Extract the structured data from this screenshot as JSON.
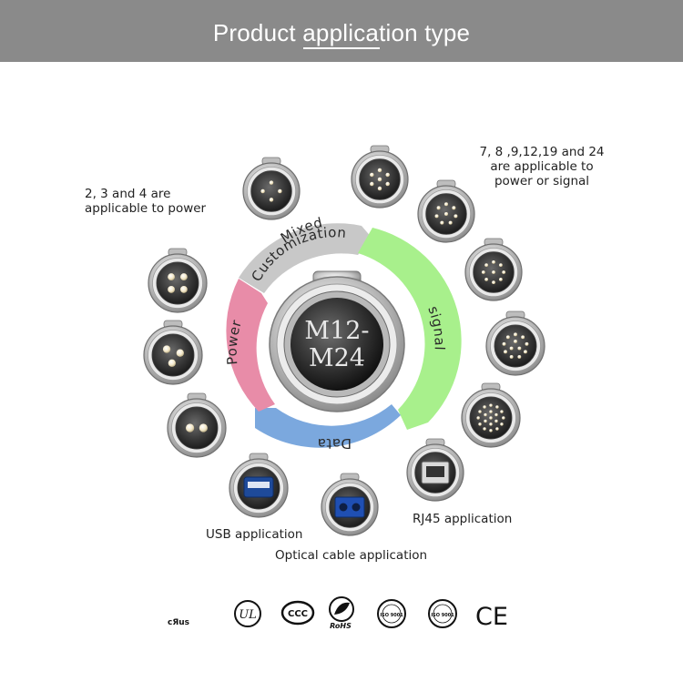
{
  "header": {
    "title": "Product application type",
    "bg_color": "#8a8a8a"
  },
  "center": {
    "line1": "M12-",
    "line2": "M24"
  },
  "ring": {
    "segments": [
      {
        "label": "Mixed",
        "color": "#c8c8c8"
      },
      {
        "label": "Customization",
        "color": "#c8c8c8"
      },
      {
        "label": "signal",
        "color": "#a8f08c"
      },
      {
        "label": "Data",
        "color": "#7ba8de"
      },
      {
        "label": "Power",
        "color": "#e88ca8"
      }
    ]
  },
  "annotations": {
    "power_note": [
      "2, 3 and 4 are",
      "applicable to power"
    ],
    "signal_note": [
      "7, 8 ,9,12,19 and 24",
      "are applicable to",
      "power or signal"
    ],
    "usb": "USB application",
    "optical": "Optical cable application",
    "rj45": "RJ45 application"
  },
  "certifications": [
    {
      "name": "cURus",
      "text": "cЯus"
    },
    {
      "name": "UL",
      "text": "UL"
    },
    {
      "name": "CCC",
      "text": "CCC"
    },
    {
      "name": "RoHS",
      "text": "RoHS"
    },
    {
      "name": "ISO 9001",
      "text": "ISO 9001"
    },
    {
      "name": "ISO 9001",
      "text": "ISO 9001"
    },
    {
      "name": "CE",
      "text": "CE"
    }
  ]
}
